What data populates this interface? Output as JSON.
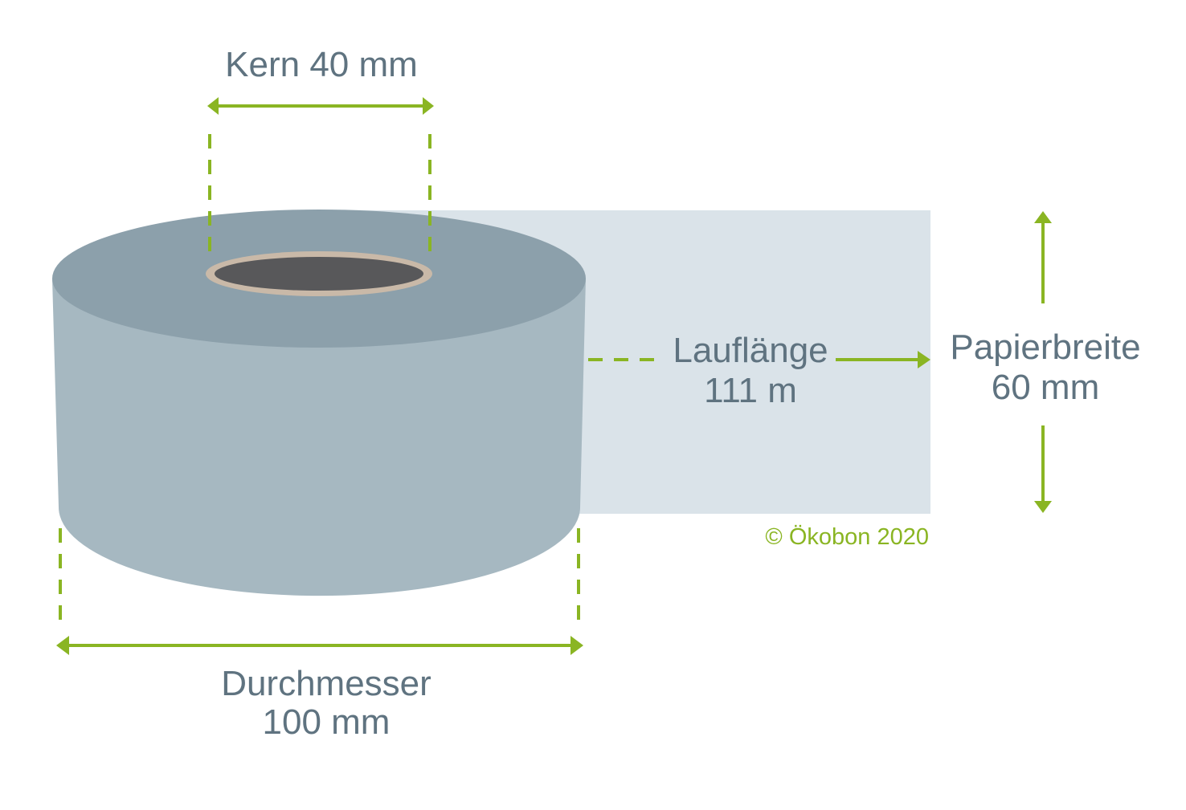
{
  "labels": {
    "core": "Kern 40 mm",
    "run_length_title": "Lauflänge",
    "run_length_value": "111 m",
    "paper_width_title": "Papierbreite",
    "paper_width_value": "60 mm",
    "diameter_title": "Durchmesser",
    "diameter_value": "100 mm",
    "copyright": "© Ökobon 2020"
  },
  "colors": {
    "accent": "#8ab523",
    "text": "#5f7380",
    "roll_top": "#8ca0ab",
    "roll_side": "#a6b8c1",
    "paper_strip": "#dae3e9",
    "core_ring": "#c9b9a8",
    "core_hole": "#58585a"
  }
}
